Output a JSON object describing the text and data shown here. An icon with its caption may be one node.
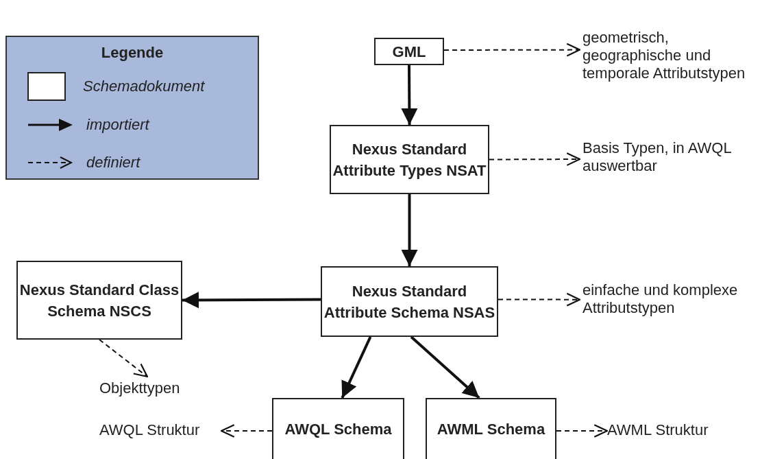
{
  "diagram": {
    "nodes": [
      {
        "text": [
          "GML"
        ]
      },
      {
        "text": [
          "Nexus Standard Attribute Types NSAT"
        ]
      },
      {
        "text": [
          "Nexus Standard Attribute Schema NSAS"
        ]
      },
      {
        "text": [
          "Nexus Standard Class Schema NSCS"
        ]
      },
      {
        "text": [
          "AWQL Schema"
        ]
      },
      {
        "text": [
          "AWML Schema"
        ]
      },
      {
        "text": [
          "geometrisch, geographische und temporale Attributstypen"
        ]
      },
      {
        "text": [
          "Basis Typen, in AWQL auswertbar"
        ]
      },
      {
        "text": [
          "einfache und komplexe Attributstypen"
        ]
      },
      {
        "text": [
          "Objekttypen"
        ]
      },
      {
        "text": [
          "AWQL Struktur"
        ]
      },
      {
        "text": [
          "AWML Struktur"
        ]
      }
    ],
    "edges": [
      {
        "from": 0,
        "to": 1,
        "arrow": "to",
        "style": "thick"
      },
      {
        "from": 1,
        "to": 2,
        "arrow": "to",
        "style": "thick"
      },
      {
        "from": 2,
        "to": 3,
        "arrow": "to",
        "style": "thick"
      },
      {
        "from": 2,
        "to": 4,
        "arrow": "to",
        "style": "thick"
      },
      {
        "from": 2,
        "to": 5,
        "arrow": "to",
        "style": "thick"
      },
      {
        "from": 0,
        "to": 6,
        "arrow": "to",
        "style": "dashed"
      },
      {
        "from": 1,
        "to": 7,
        "arrow": "to",
        "style": "dashed"
      },
      {
        "from": 2,
        "to": 8,
        "arrow": "to",
        "style": "dashed"
      },
      {
        "from": 3,
        "to": 9,
        "arrow": "to",
        "style": "dashed"
      },
      {
        "from": 4,
        "to": 10,
        "arrow": "to",
        "style": "dashed"
      },
      {
        "from": 5,
        "to": 11,
        "arrow": "to",
        "style": "dashed"
      }
    ],
    "labels": [
      "Legende"
    ],
    "legend": [
      {
        "text": "Schemadokument"
      },
      {
        "text": "importiert"
      },
      {
        "text": "definiert"
      }
    ]
  }
}
